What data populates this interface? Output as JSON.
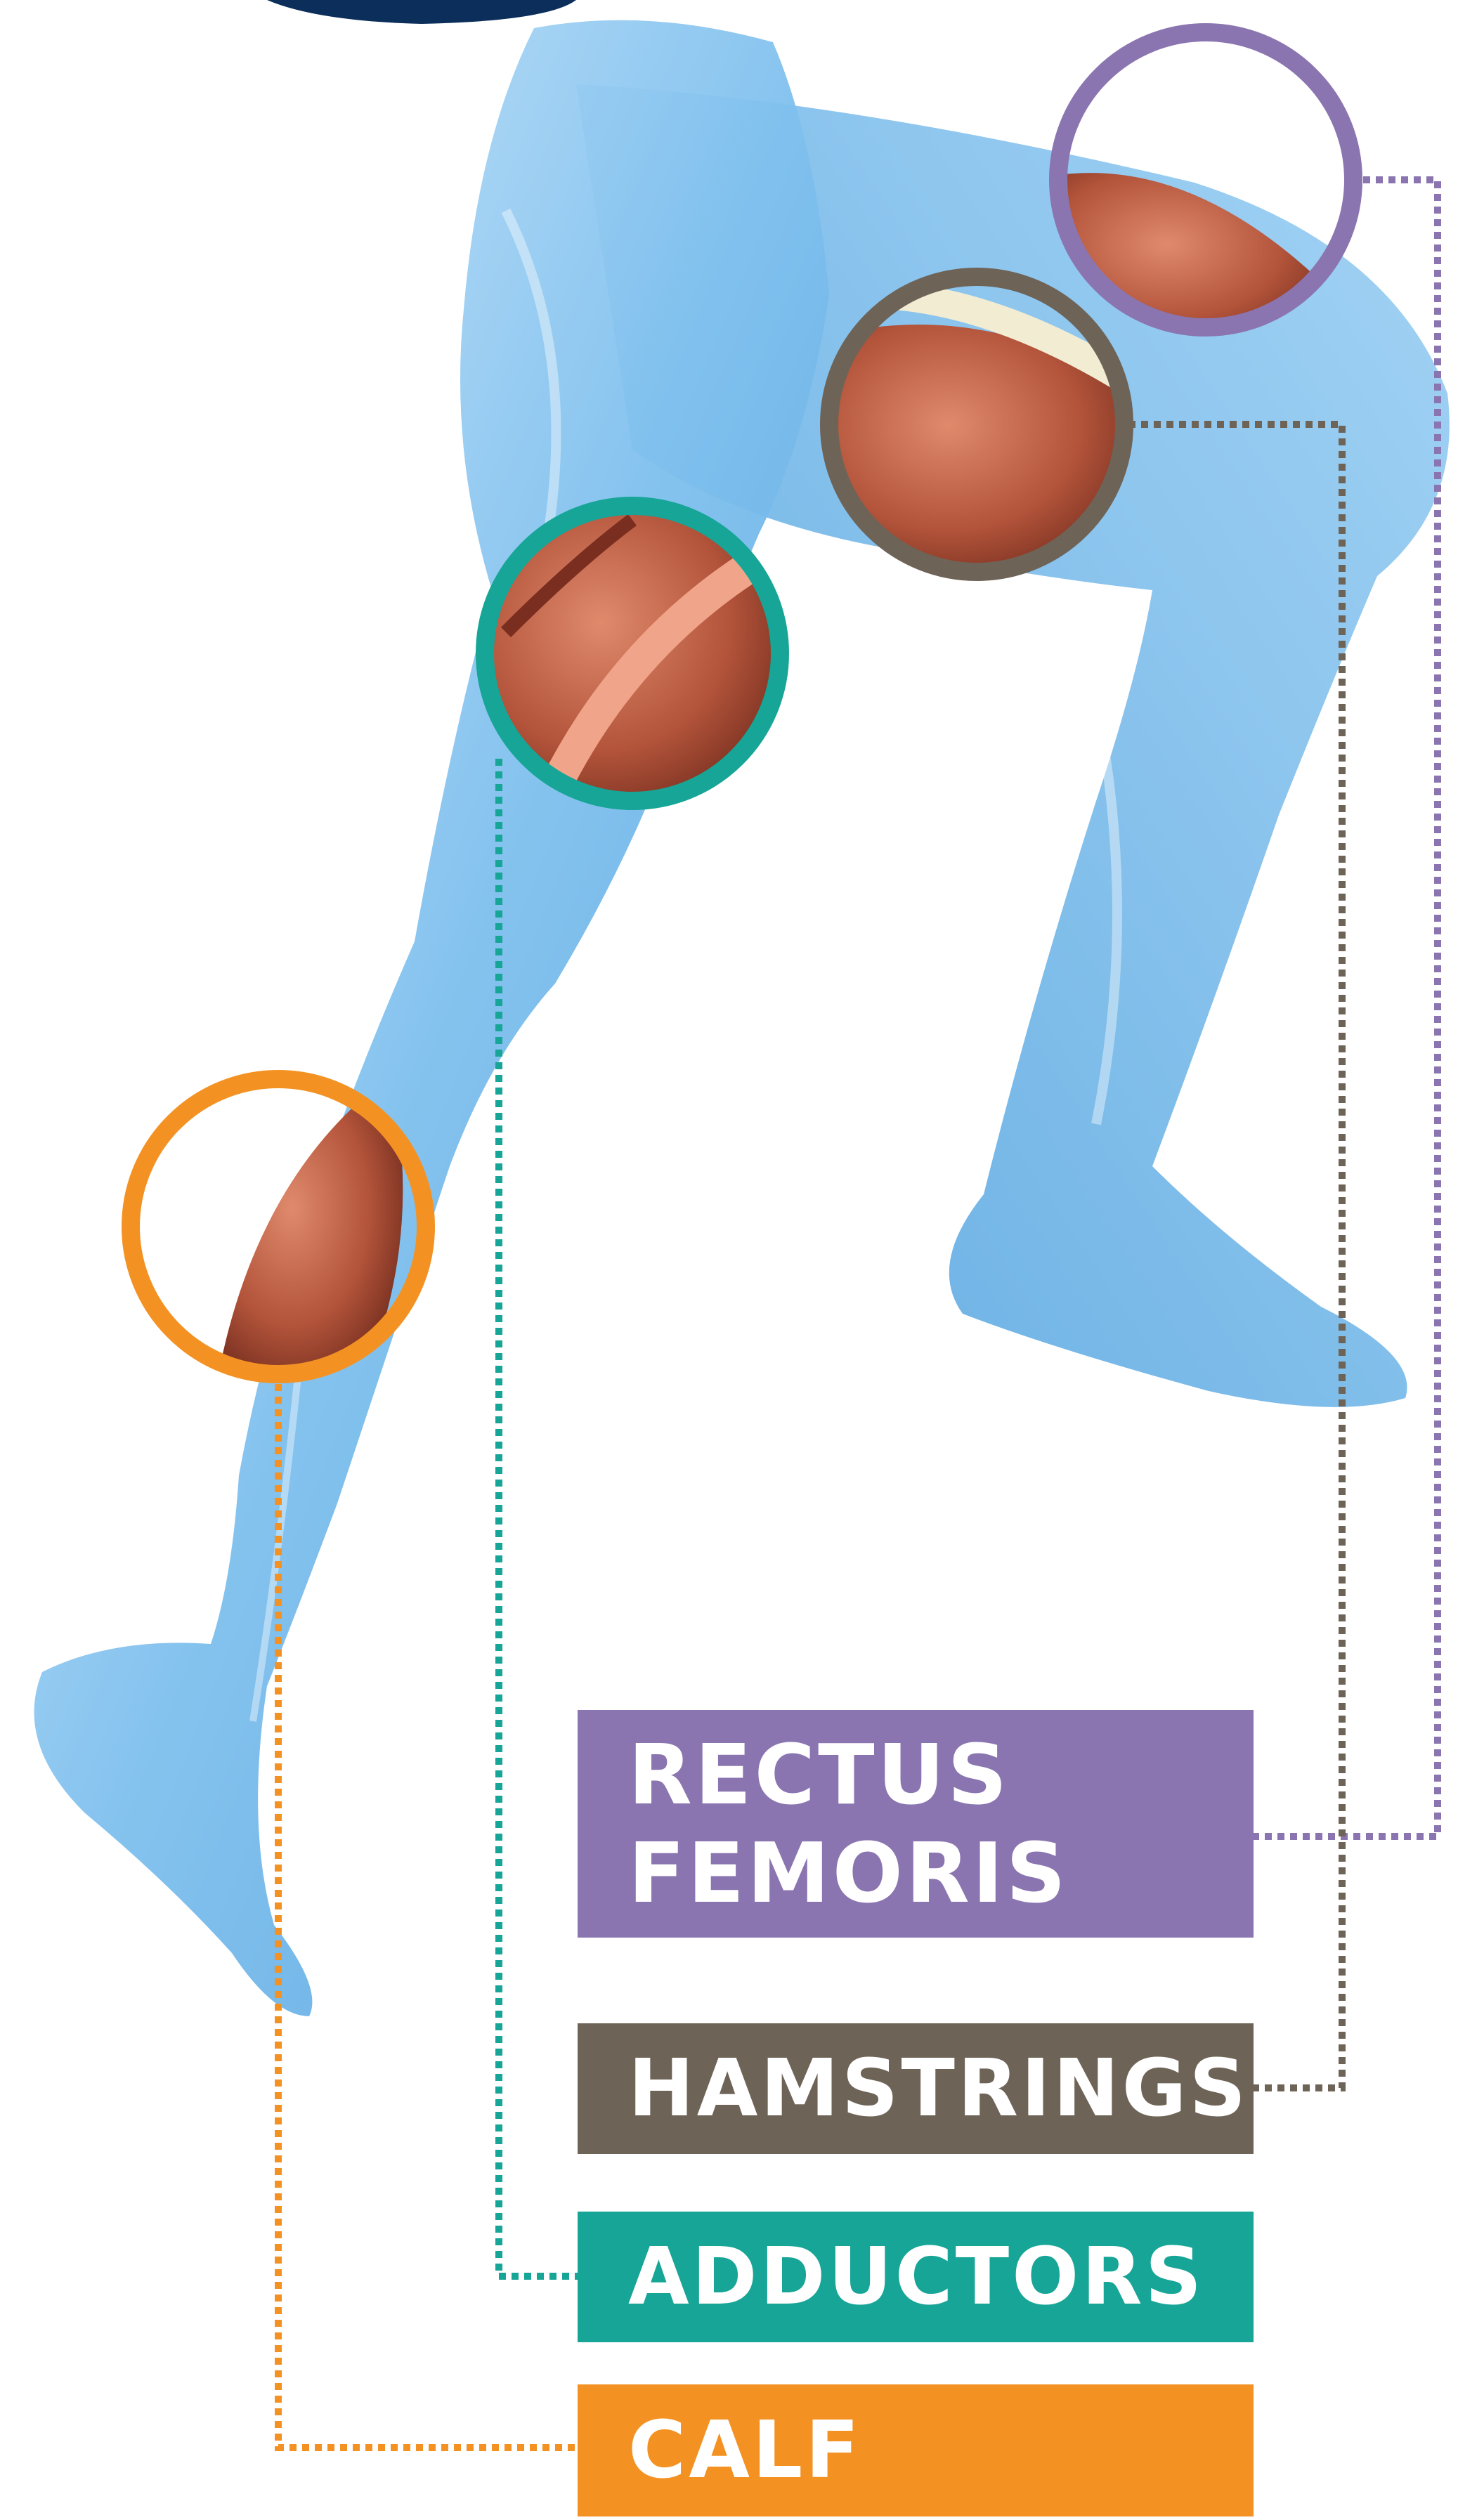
{
  "labels": {
    "rectus_line1": "RECTUS",
    "rectus_line2": "FEMORIS",
    "hamstrings": "HAMSTRINGS",
    "adductors": "ADDUCTORS",
    "calf": "CALF"
  },
  "colors": {
    "rectus_femoris": "#8a75b0",
    "hamstrings": "#6e6357",
    "adductors": "#16a596",
    "calf": "#f39223",
    "leg_blue": "#6ab3e8",
    "muscle_red": "#a94b35",
    "header_navy": "#0b2e5a"
  }
}
